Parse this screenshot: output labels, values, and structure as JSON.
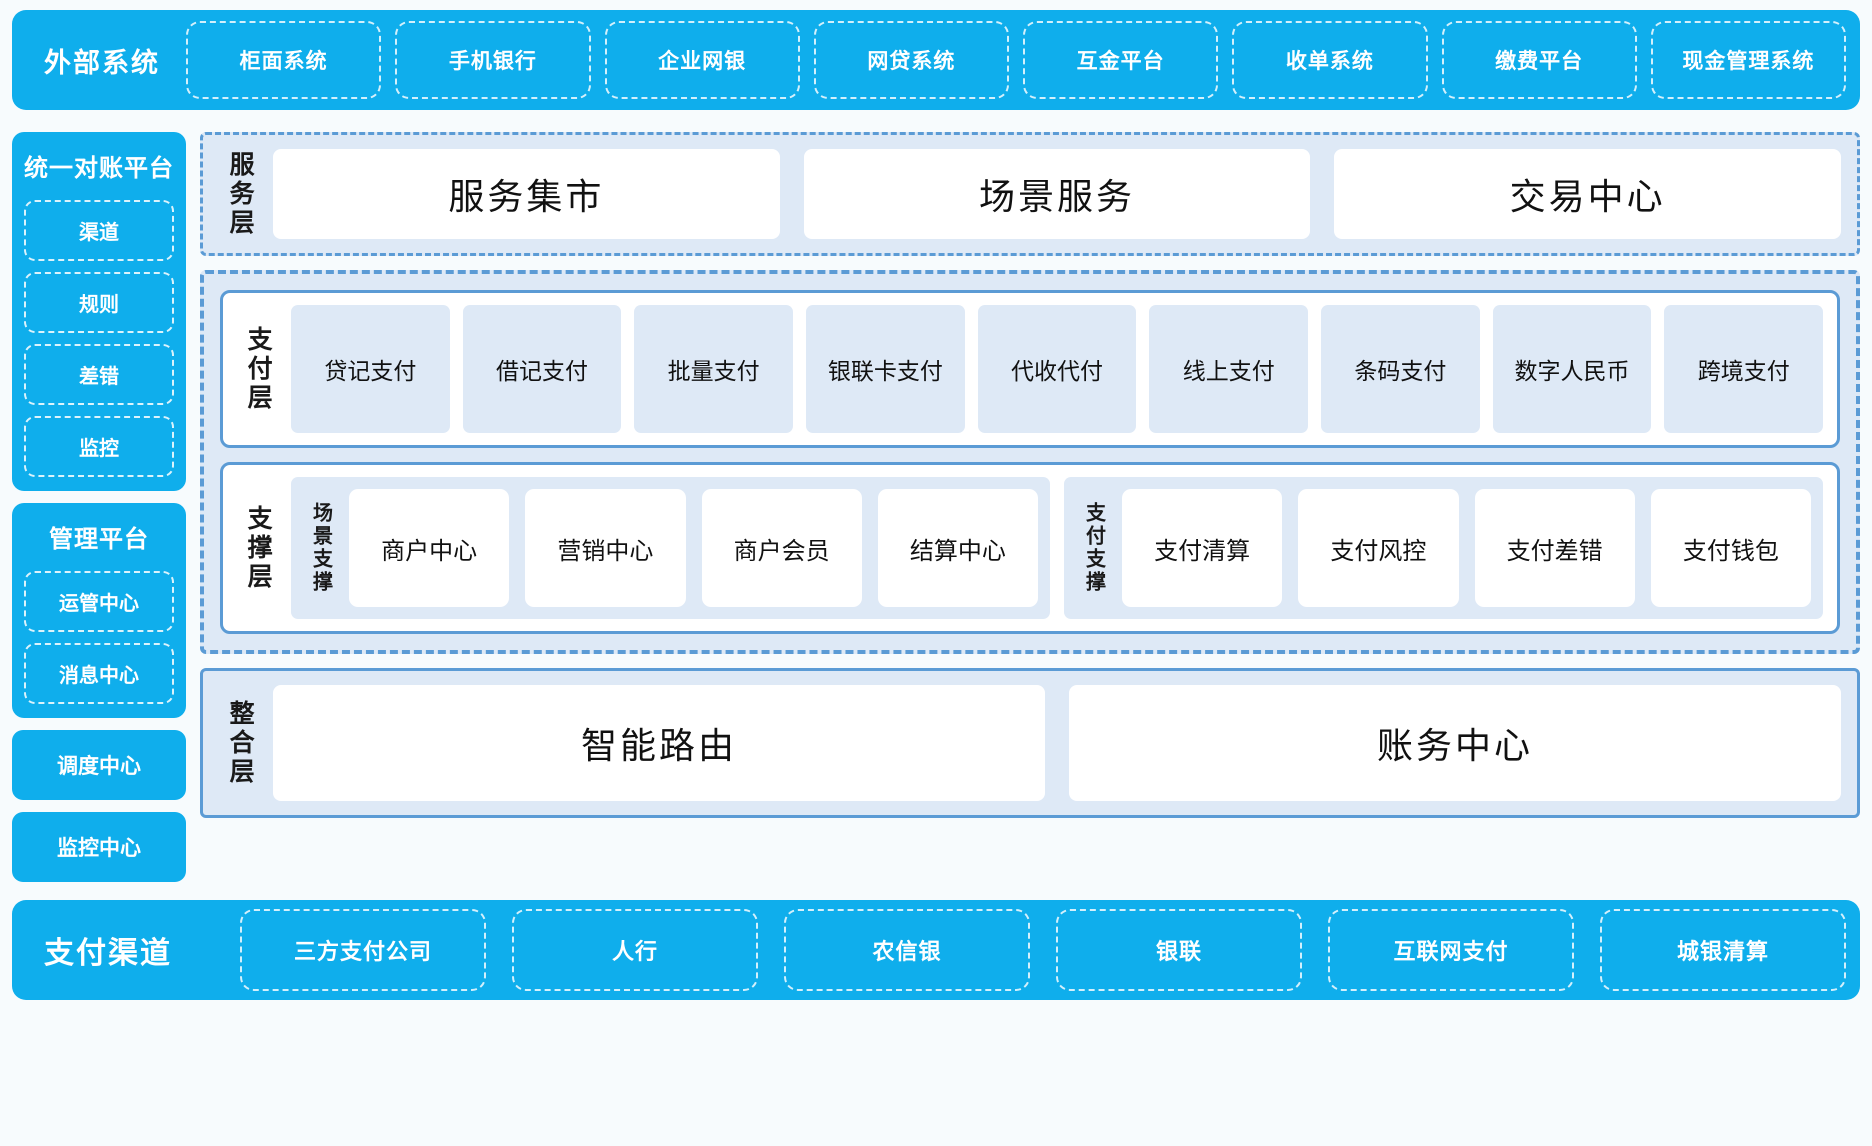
{
  "external_systems": {
    "title": "外部系统",
    "items": [
      "柜面系统",
      "手机银行",
      "企业网银",
      "网贷系统",
      "互金平台",
      "收单系统",
      "缴费平台",
      "现金管理系统"
    ]
  },
  "rail": {
    "reconciliation": {
      "title": "统一对账平台",
      "items": [
        "渠道",
        "规则",
        "差错",
        "监控"
      ]
    },
    "management": {
      "title": "管理平台",
      "items": [
        "运管中心",
        "消息中心"
      ]
    },
    "standalone": [
      "调度中心",
      "监控中心"
    ]
  },
  "service_layer": {
    "label": "服务层",
    "cards": [
      "服务集市",
      "场景服务",
      "交易中心"
    ]
  },
  "payment_layer": {
    "label": "支付层",
    "cards": [
      "贷记支付",
      "借记支付",
      "批量支付",
      "银联卡支付",
      "代收代付",
      "线上支付",
      "条码支付",
      "数字人民币",
      "跨境支付"
    ]
  },
  "support_layer": {
    "label": "支撑层",
    "groups": [
      {
        "label": "场景支撑",
        "cards": [
          "商户中心",
          "营销中心",
          "商户会员",
          "结算中心"
        ]
      },
      {
        "label": "支付支撑",
        "cards": [
          "支付清算",
          "支付风控",
          "支付差错",
          "支付钱包"
        ]
      }
    ]
  },
  "integration_layer": {
    "label": "整合层",
    "cards": [
      "智能路由",
      "账务中心"
    ]
  },
  "payment_channels": {
    "title": "支付渠道",
    "items": [
      "三方支付公司",
      "人行",
      "农信银",
      "银联",
      "互联网支付",
      "城银清算"
    ]
  },
  "colors": {
    "brand_blue": "#0FAEEC",
    "panel_border": "#5B9BD5",
    "panel_fill": "#DEE9F6",
    "page_bg": "#F7FBFD"
  }
}
